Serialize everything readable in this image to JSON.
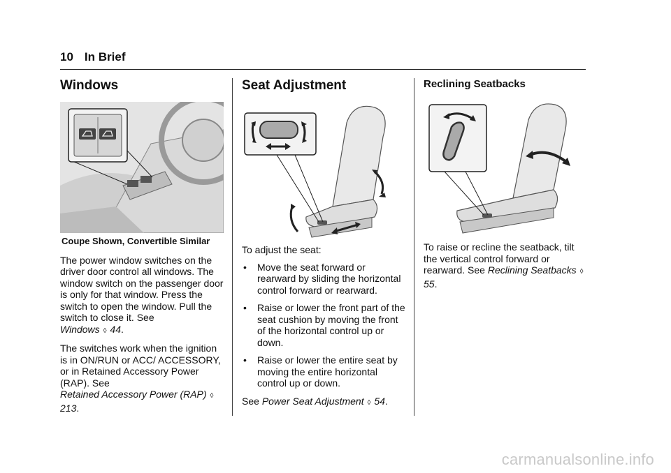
{
  "header": {
    "page_number": "10",
    "section": "In Brief"
  },
  "windows": {
    "heading": "Windows",
    "caption": "Coupe Shown, Convertible Similar",
    "p1": "The power window switches on the driver door control all windows. The window switch on the passenger door is only for that window. Press the switch to open the window. Pull the switch to close it. See",
    "p1_ref": "Windows",
    "p1_page": "44",
    "p2": "The switches work when the ignition is in ON/RUN or ACC/ ACCESSORY, or in Retained Accessory Power (RAP). See",
    "p2_ref": "Retained Accessory Power (RAP)",
    "p2_page": "213"
  },
  "seat": {
    "heading": "Seat Adjustment",
    "intro": "To adjust the seat:",
    "bullets": [
      "Move the seat forward or rearward by sliding the horizontal control forward or rearward.",
      "Raise or lower the front part of the seat cushion by moving the front of the horizontal control up or down.",
      "Raise or lower the entire seat by moving the entire horizontal control up or down."
    ],
    "see": "See",
    "see_ref": "Power Seat Adjustment",
    "see_page": "54"
  },
  "recline": {
    "heading": "Reclining Seatbacks",
    "p1": "To raise or recline the seatback, tilt the vertical control forward or rearward. See",
    "p1_ref": "Reclining Seatbacks",
    "p1_page": "55"
  },
  "symbols": {
    "bullet": "•",
    "ref_arrow": "◊"
  },
  "watermark": "carmanualsonline.info"
}
